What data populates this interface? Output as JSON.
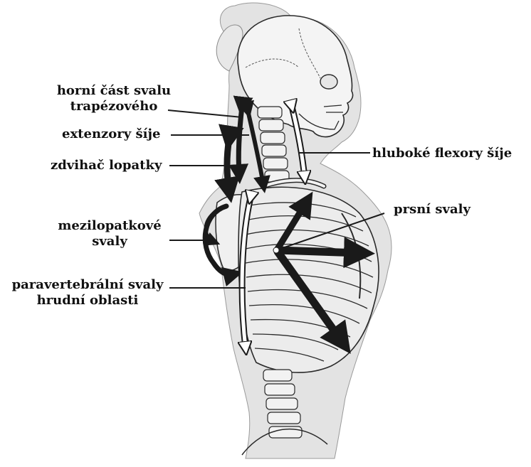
{
  "colors": {
    "silhouette": "#e3e3e3",
    "bone": "#f2f2f2",
    "bone_outline": "#2a2a2a",
    "arrow_black": "#1a1a1a",
    "arrow_white": "#ffffff",
    "leader": "#1a1a1a"
  },
  "labels": {
    "upper_trapezius_line1": "horní část svalu",
    "upper_trapezius_line2": "trapézového",
    "neck_extensors": "extenzory šíje",
    "levator_scapulae": "zdvihač lopatky",
    "interscapular_line1": "mezilopatkové",
    "interscapular_line2": "svaly",
    "thoracic_paravertebral_line1": "paravertebrální svaly",
    "thoracic_paravertebral_line2": "hrudní oblasti",
    "deep_neck_flexors": "hluboké flexory šíje",
    "pectoral_muscles": "prsní svaly"
  }
}
